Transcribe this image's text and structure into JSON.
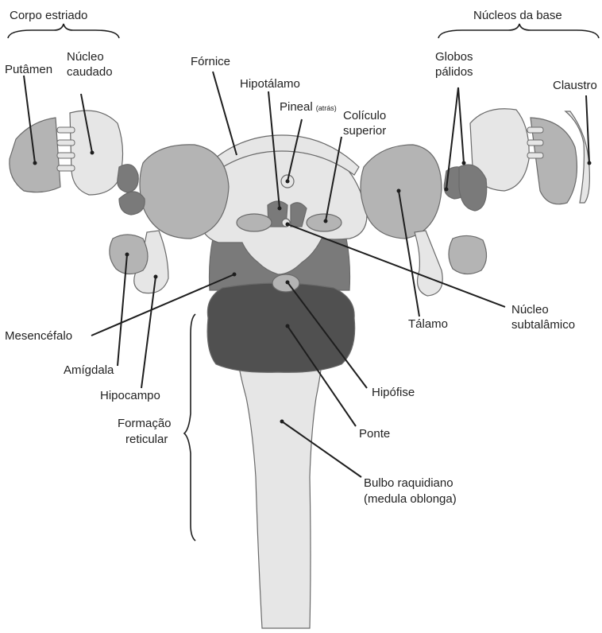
{
  "labels": {
    "corpo_estriado": "Corpo estriado",
    "nucleos_da_base": "Núcleos da base",
    "putamen": "Putâmen",
    "nucleo_caudado_1": "Núcleo",
    "nucleo_caudado_2": "caudado",
    "fornice": "Fórnice",
    "hipotalamo": "Hipotálamo",
    "pineal": "Pineal",
    "pineal_note": "(atrás)",
    "coliculo_1": "Colículo",
    "coliculo_2": "superior",
    "globos_1": "Globos",
    "globos_2": "pálidos",
    "claustro": "Claustro",
    "mesencefalo": "Mesencéfalo",
    "amigdala": "Amígdala",
    "hipocampo": "Hipocampo",
    "formacao_1": "Formação",
    "formacao_2": "reticular",
    "talamo": "Tálamo",
    "nucleo_subtalamico_1": "Núcleo",
    "nucleo_subtalamico_2": "subtalâmico",
    "hipofise": "Hipófise",
    "ponte": "Ponte",
    "bulbo_1": "Bulbo raquidiano",
    "bulbo_2": "(medula oblonga)"
  },
  "colors": {
    "light": "#e6e6e6",
    "medium": "#b4b4b4",
    "dark": "#7a7a7a",
    "darker": "#505050",
    "line": "#1e1e1e"
  }
}
